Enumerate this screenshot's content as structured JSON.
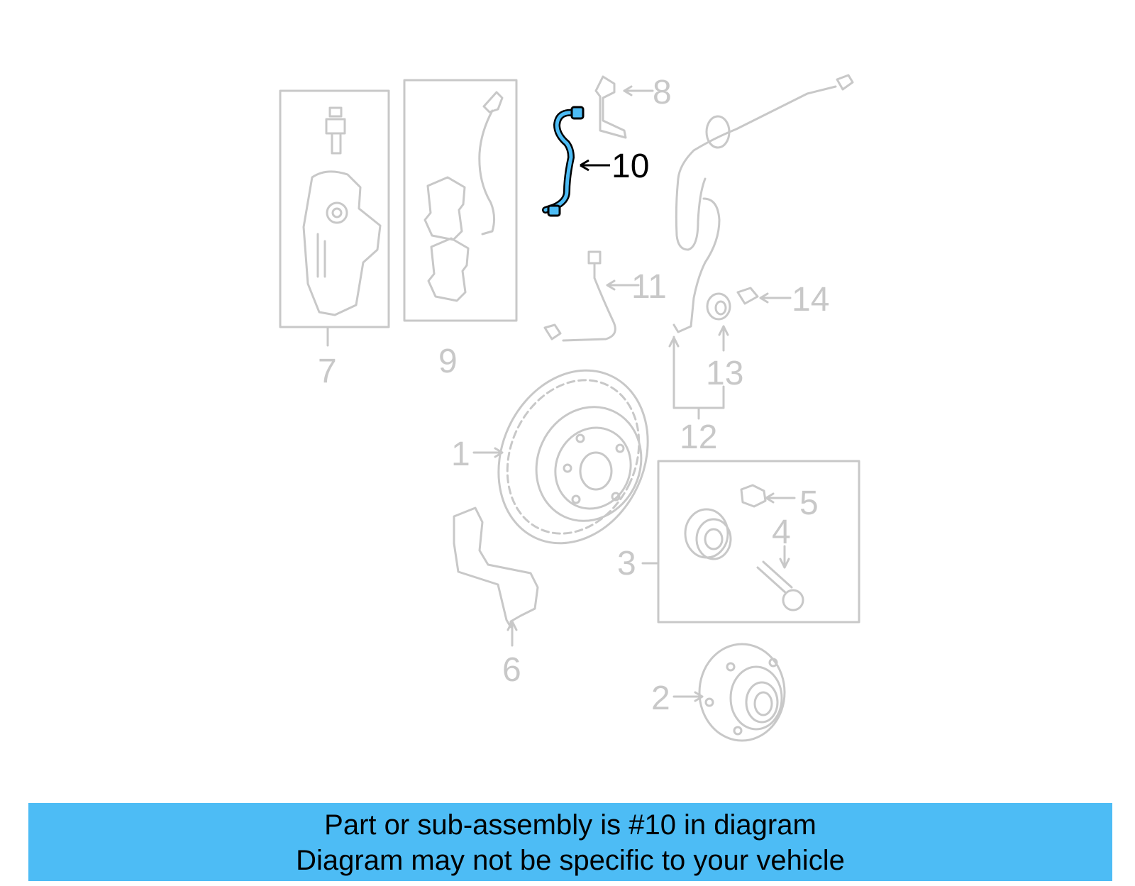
{
  "callouts": [
    "1",
    "2",
    "3",
    "4",
    "5",
    "6",
    "7",
    "8",
    "9",
    "10",
    "11",
    "12",
    "13",
    "14"
  ],
  "highlight_part": "10",
  "colors": {
    "highlight": "#4dbcf5",
    "parts": "#c8c8c8",
    "banner": "#4dbcf5"
  },
  "banner": {
    "line1": "Part or sub-assembly is #10 in diagram",
    "line2": "Diagram may not be specific to your vehicle"
  }
}
